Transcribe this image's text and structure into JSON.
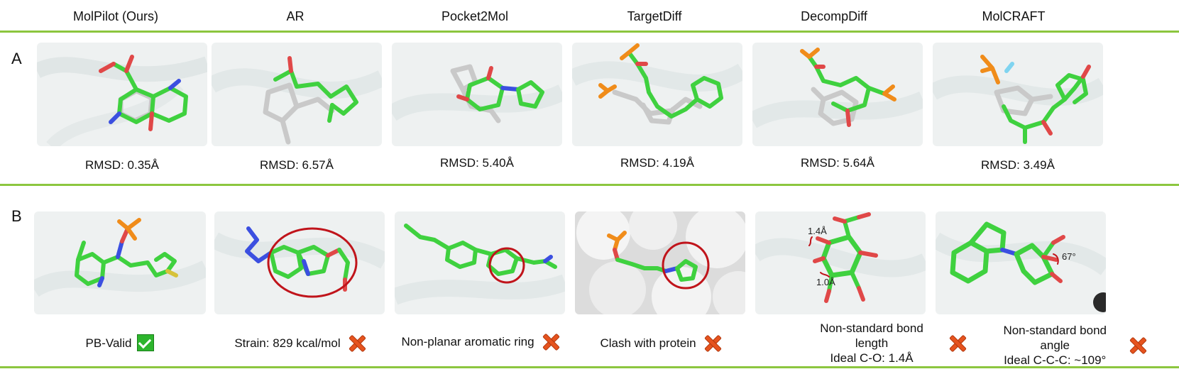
{
  "methods": [
    "MolPilot (Ours)",
    "AR",
    "Pocket2Mol",
    "TargetDiff",
    "DecompDiff",
    "MolCRAFT"
  ],
  "row_a": {
    "label": "A",
    "captions": [
      "RMSD: 0.35Å",
      "RMSD: 6.57Å",
      "RMSD: 5.40Å",
      "RMSD: 4.19Å",
      "RMSD: 5.64Å",
      "RMSD: 3.49Å"
    ]
  },
  "row_b": {
    "label": "B",
    "captions": [
      {
        "line1": "PB-Valid",
        "line2": "",
        "status": "valid"
      },
      {
        "line1": "Strain: 829 kcal/mol",
        "line2": "",
        "status": "invalid"
      },
      {
        "line1": "Non-planar aromatic ring",
        "line2": "",
        "status": "invalid"
      },
      {
        "line1": "Clash with protein",
        "line2": "",
        "status": "invalid"
      },
      {
        "line1": "Non-standard bond length",
        "line2": "Ideal C-O: 1.4Å",
        "status": "invalid"
      },
      {
        "line1": "Non-standard bond angle",
        "line2": "Ideal C-C-C: ~109°",
        "status": "invalid"
      }
    ],
    "annotations": {
      "bond_top": "1.4Å",
      "bond_bottom": "1.0Å",
      "angle": "67°"
    }
  },
  "colors": {
    "divider": "#8cc63f",
    "carbon": "#3fd13f",
    "oxygen": "#e04848",
    "nitrogen": "#3b4fe0",
    "phosphorus": "#f08c1a",
    "reference": "#c9c9c9",
    "highlight_circle": "#c0141b",
    "valid_check": "#2db52d",
    "invalid_cross": "#e6531e"
  }
}
